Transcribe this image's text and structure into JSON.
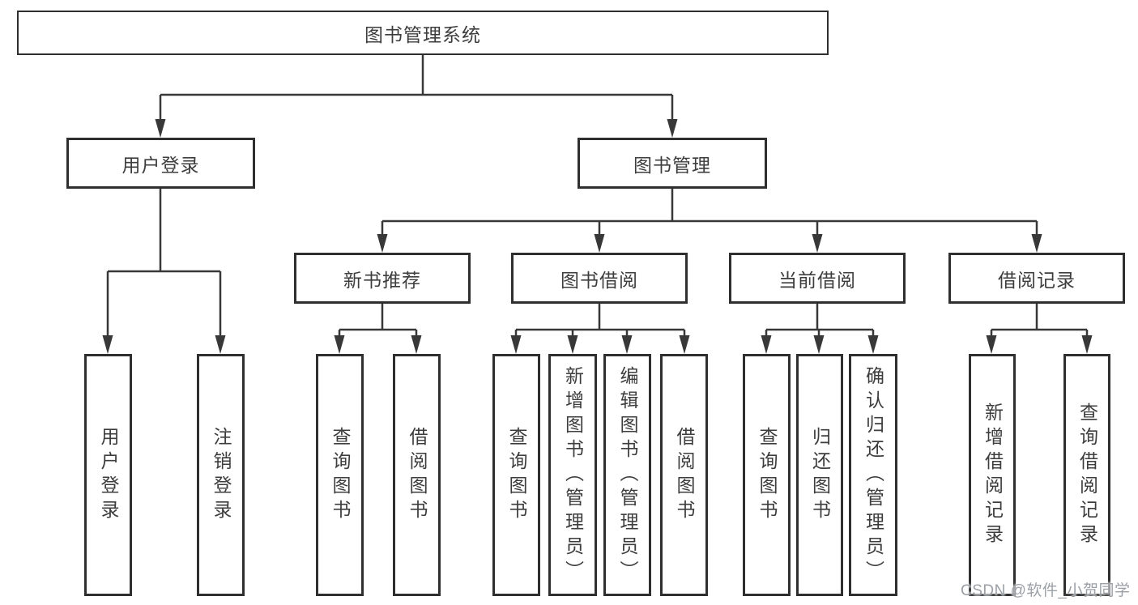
{
  "title": "图书管理系统",
  "tree": {
    "label": "图书管理系统",
    "children": [
      {
        "label": "用户登录",
        "children": [
          {
            "label": "用户登录"
          },
          {
            "label": "注销登录"
          }
        ]
      },
      {
        "label": "图书管理",
        "children": [
          {
            "label": "新书推荐",
            "children": [
              {
                "label": "查询图书"
              },
              {
                "label": "借阅图书"
              }
            ]
          },
          {
            "label": "图书借阅",
            "children": [
              {
                "label": "查询图书"
              },
              {
                "label": "新增图书（管理员）"
              },
              {
                "label": "编辑图书（管理员）"
              },
              {
                "label": "借阅图书"
              }
            ]
          },
          {
            "label": "当前借阅",
            "children": [
              {
                "label": "查询图书"
              },
              {
                "label": "归还图书"
              },
              {
                "label": "确认归还（管理员）"
              }
            ]
          },
          {
            "label": "借阅记录",
            "children": [
              {
                "label": "新增借阅记录"
              },
              {
                "label": "查询借阅记录"
              }
            ]
          }
        ]
      }
    ]
  },
  "watermark": {
    "text": "CSDN @软件_小贺同学"
  },
  "colors": {
    "line": "#383838",
    "box_border": "#2f2f2f",
    "text": "#3d3d3d",
    "watermark": "#9aa0a6",
    "background": "#ffffff"
  }
}
